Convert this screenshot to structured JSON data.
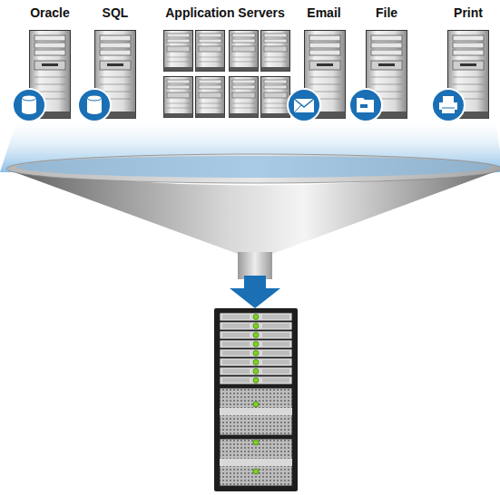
{
  "diagram": {
    "labels": [
      "Oracle",
      "SQL",
      "Application Servers",
      "Email",
      "File",
      "Print"
    ]
  }
}
